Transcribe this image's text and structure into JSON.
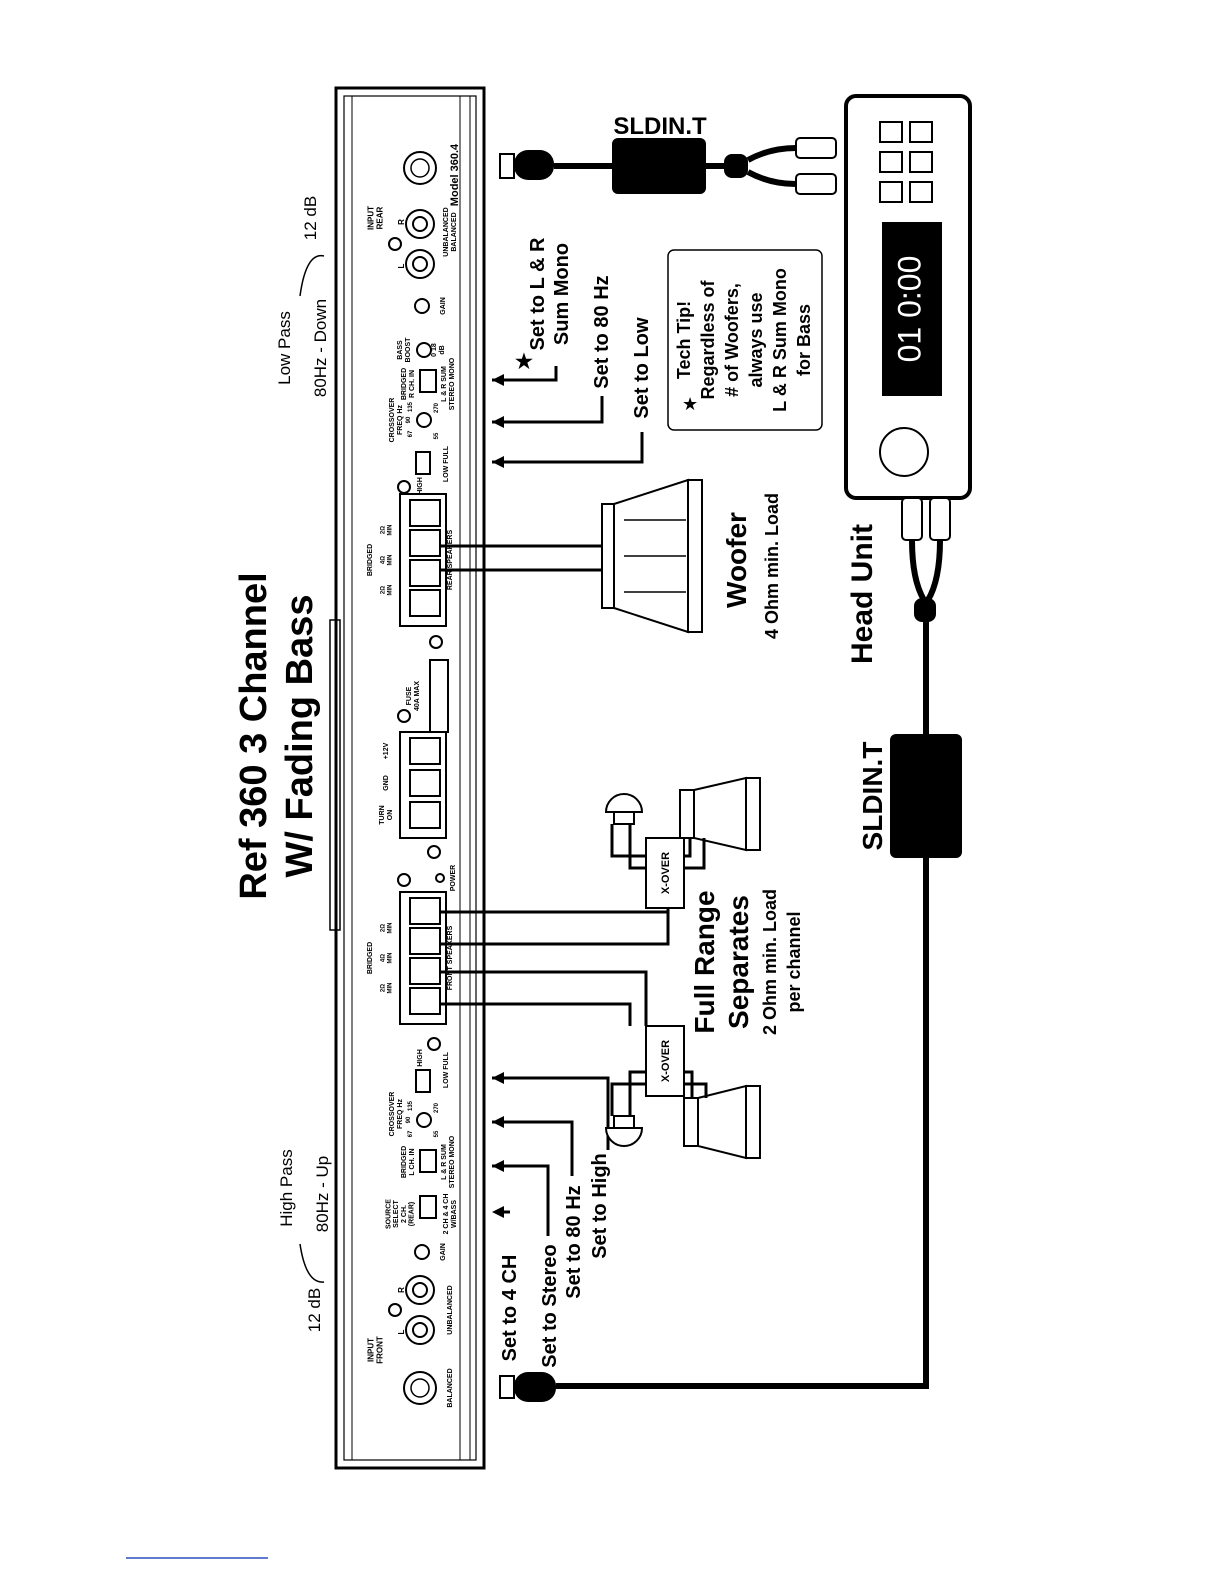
{
  "title": {
    "line1": "Ref 360 3 Channel",
    "line2": "W/ Fading Bass"
  },
  "amp": {
    "model": "Model 360.4",
    "input_front": {
      "label": "INPUT\nFRONT",
      "balanced": "BALANCED",
      "unbalanced": "UNBALANCED",
      "l": "L",
      "r": "R",
      "gain": "GAIN"
    },
    "input_rear": {
      "label": "INPUT\nREAR",
      "balanced": "UNBALANCED\nBALANCED",
      "l": "L",
      "r": "R",
      "gain": "GAIN"
    },
    "source_select": "SOURCE\nSELECT\n2 CH.\n(REAR)",
    "source_select_sub": "2 CH & 4 CH\nW/BASS",
    "bridged_lch": "BRIDGED\nL CH. IN",
    "bridged_rch": "BRIDGED\nR CH. IN",
    "stereo_mono": "L & R SUM\nSTEREO  MONO",
    "crossover": "CROSSOVER\nFREQ Hz",
    "freqs": [
      "67",
      "90",
      "135",
      "55",
      "270"
    ],
    "high": "HIGH",
    "low_full": "LOW  FULL",
    "bass_boost": "BASS\nBOOST",
    "bass_boost_range": "0    18\ndB",
    "front_speakers": "FRONT SPEAKERS",
    "rear_speakers": "REAR SPEAKERS",
    "bridged": "BRIDGED",
    "ohm2": "2Ω\nMIN",
    "ohm4": "4Ω\nMIN",
    "power": "POWER",
    "turn_on": "TURN\nON",
    "gnd": "GND",
    "plus12": "+12V",
    "fuse": "FUSE\n40A MAX"
  },
  "annotations": {
    "low_pass": "Low Pass",
    "low_pass_range": "80Hz - Down",
    "low_pass_db": "12 dB",
    "high_pass": "High Pass",
    "high_pass_range": "80Hz - Up",
    "high_pass_db": "12 dB",
    "set_lr_sum_mono": "Set to L & R\nSum Mono",
    "set_80hz_rear": "Set to 80 Hz",
    "set_low": "Set to Low",
    "set_4ch": "Set to 4 CH",
    "set_stereo": "Set to Stereo",
    "set_80hz_front": "Set to 80 Hz",
    "set_high": "Set to High"
  },
  "tech_tip": "Tech Tip!\nRegardless of\n# of Woofers,\nalways use\nL & R Sum Mono\nfor Bass",
  "woofer": {
    "label": "Woofer",
    "sub": "4 Ohm min. Load"
  },
  "separates": {
    "label1": "Full Range",
    "label2": "Separates",
    "sub1": "2 Ohm min. Load",
    "sub2": "per channel"
  },
  "xover": "X-OVER",
  "head_unit": {
    "label": "Head Unit",
    "display": "01  0:00"
  },
  "sldin_top": "SLDIN.T",
  "sldin_bottom": "SLDIN.T"
}
